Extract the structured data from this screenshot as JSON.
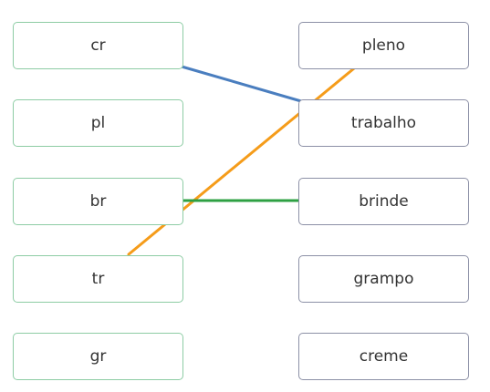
{
  "colors": {
    "left_border": "#8dcca4",
    "right_border": "#8c90a6",
    "text": "#333333"
  },
  "left_items": [
    {
      "label": "cr"
    },
    {
      "label": "pl"
    },
    {
      "label": "br"
    },
    {
      "label": "tr"
    },
    {
      "label": "gr"
    }
  ],
  "right_items": [
    {
      "label": "pleno"
    },
    {
      "label": "trabalho"
    },
    {
      "label": "brinde"
    },
    {
      "label": "grampo"
    },
    {
      "label": "creme"
    }
  ],
  "connections": [
    {
      "from": "cr",
      "to": "trabalho",
      "color": "#4a7ebf"
    },
    {
      "from": "tr",
      "to": "pleno",
      "color": "#f59c1a"
    },
    {
      "from": "br",
      "to": "brinde",
      "color": "#2ea043"
    }
  ]
}
